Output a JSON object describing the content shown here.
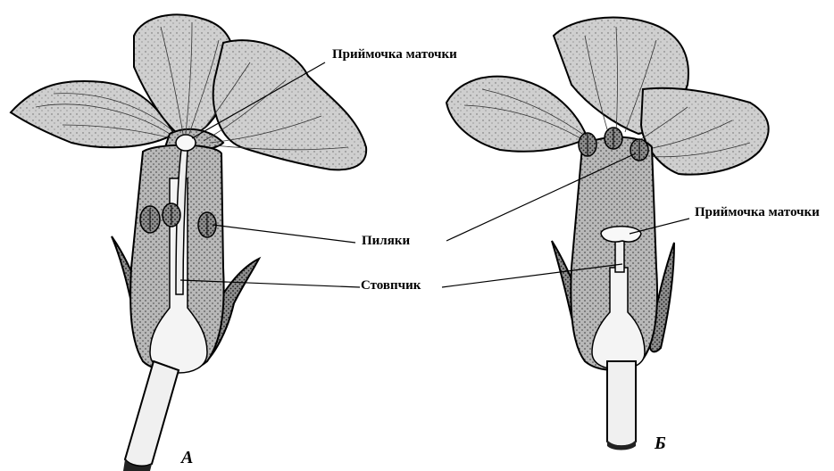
{
  "labels": {
    "stigma_a": "Приймочка маточки",
    "stigma_b": "Приймочка маточки",
    "anthers": "Пиляки",
    "style": "Стовпчик"
  },
  "figures": {
    "a": "А",
    "b": "Б"
  },
  "colors": {
    "ink": "#000000",
    "tissue": "#b5b5b5",
    "petal": "#c8c8c8",
    "dark_tissue": "#8a8a8a",
    "cavity": "#f2f2f2"
  }
}
